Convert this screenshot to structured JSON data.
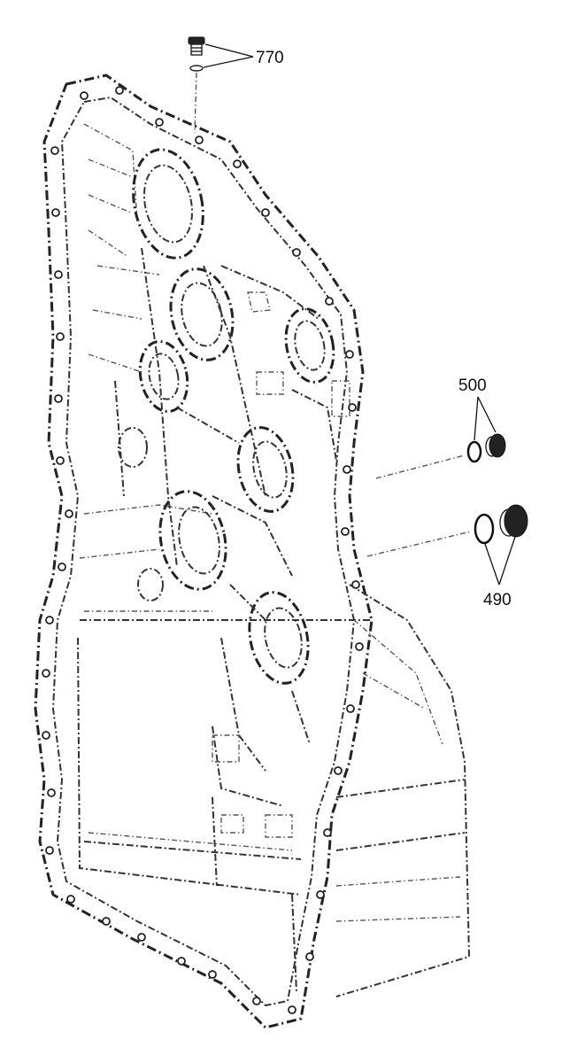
{
  "diagram": {
    "callouts": {
      "c770": "770",
      "c500": "500",
      "c490": "490"
    },
    "colors": {
      "line": "#222222",
      "background": "#ffffff"
    }
  }
}
